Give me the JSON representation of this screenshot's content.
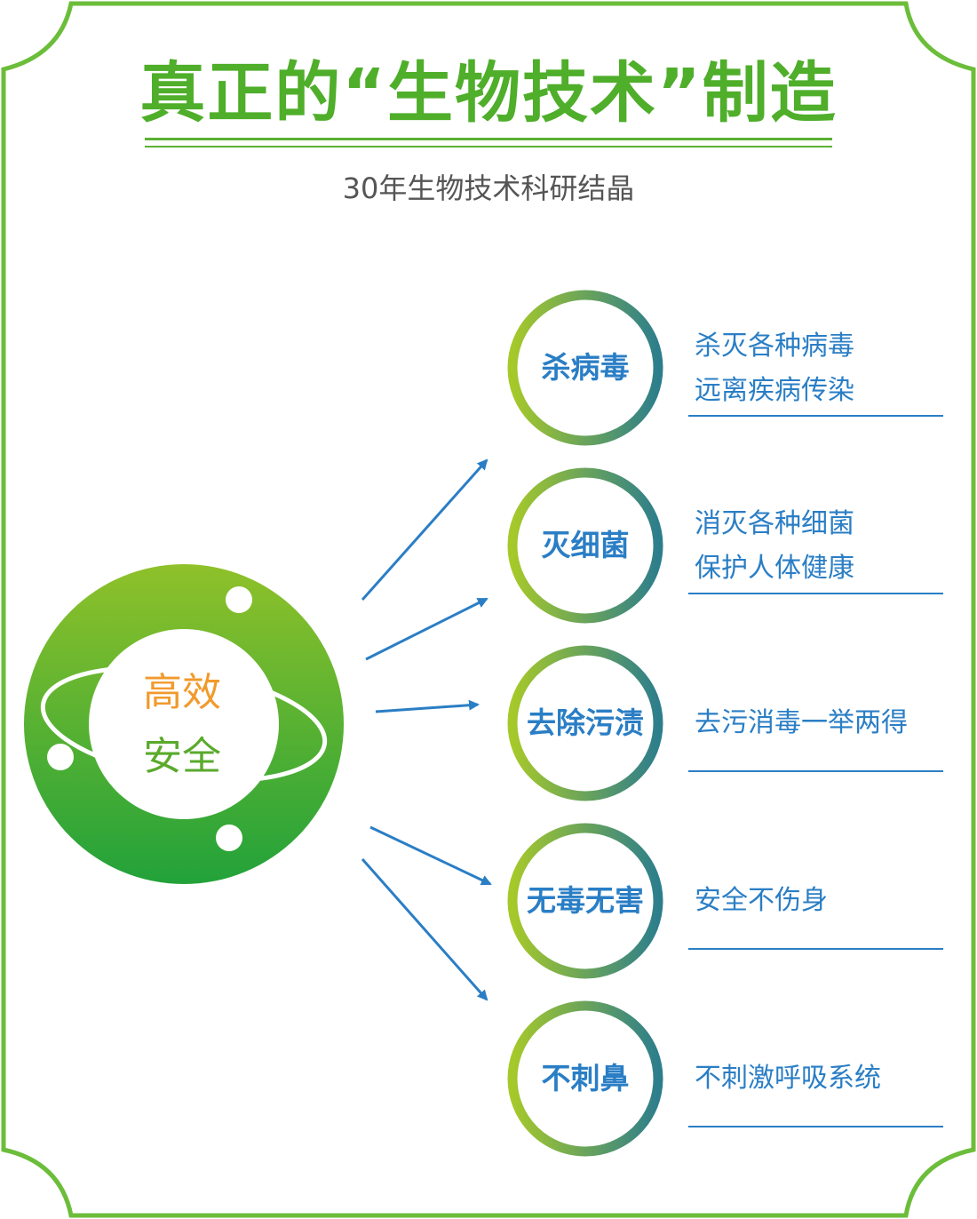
{
  "title": "真正的“生物技术”制造",
  "subtitle": "30年生物技术科研结晶",
  "center": {
    "line1": "高效",
    "line2": "安全"
  },
  "items": [
    {
      "label": "杀病毒",
      "desc1": "杀灭各种病毒",
      "desc2": "远离疾病传染"
    },
    {
      "label": "灭细菌",
      "desc1": "消灭各种细菌",
      "desc2": "保护人体健康"
    },
    {
      "label": "去除污渍",
      "desc1": "去污消毒一举两得",
      "desc2": ""
    },
    {
      "label": "无毒无害",
      "desc1": "安全不伤身",
      "desc2": ""
    },
    {
      "label": "不刺鼻",
      "desc1": "不刺激呼吸系统",
      "desc2": ""
    }
  ],
  "colors": {
    "frame_green": "#6bbd3a",
    "title_green": "#4fae2a",
    "text_blue": "#2a7ec5",
    "accent_orange": "#f19a2c",
    "ring_start": "#a6c92a",
    "ring_end": "#2d7e8c"
  }
}
